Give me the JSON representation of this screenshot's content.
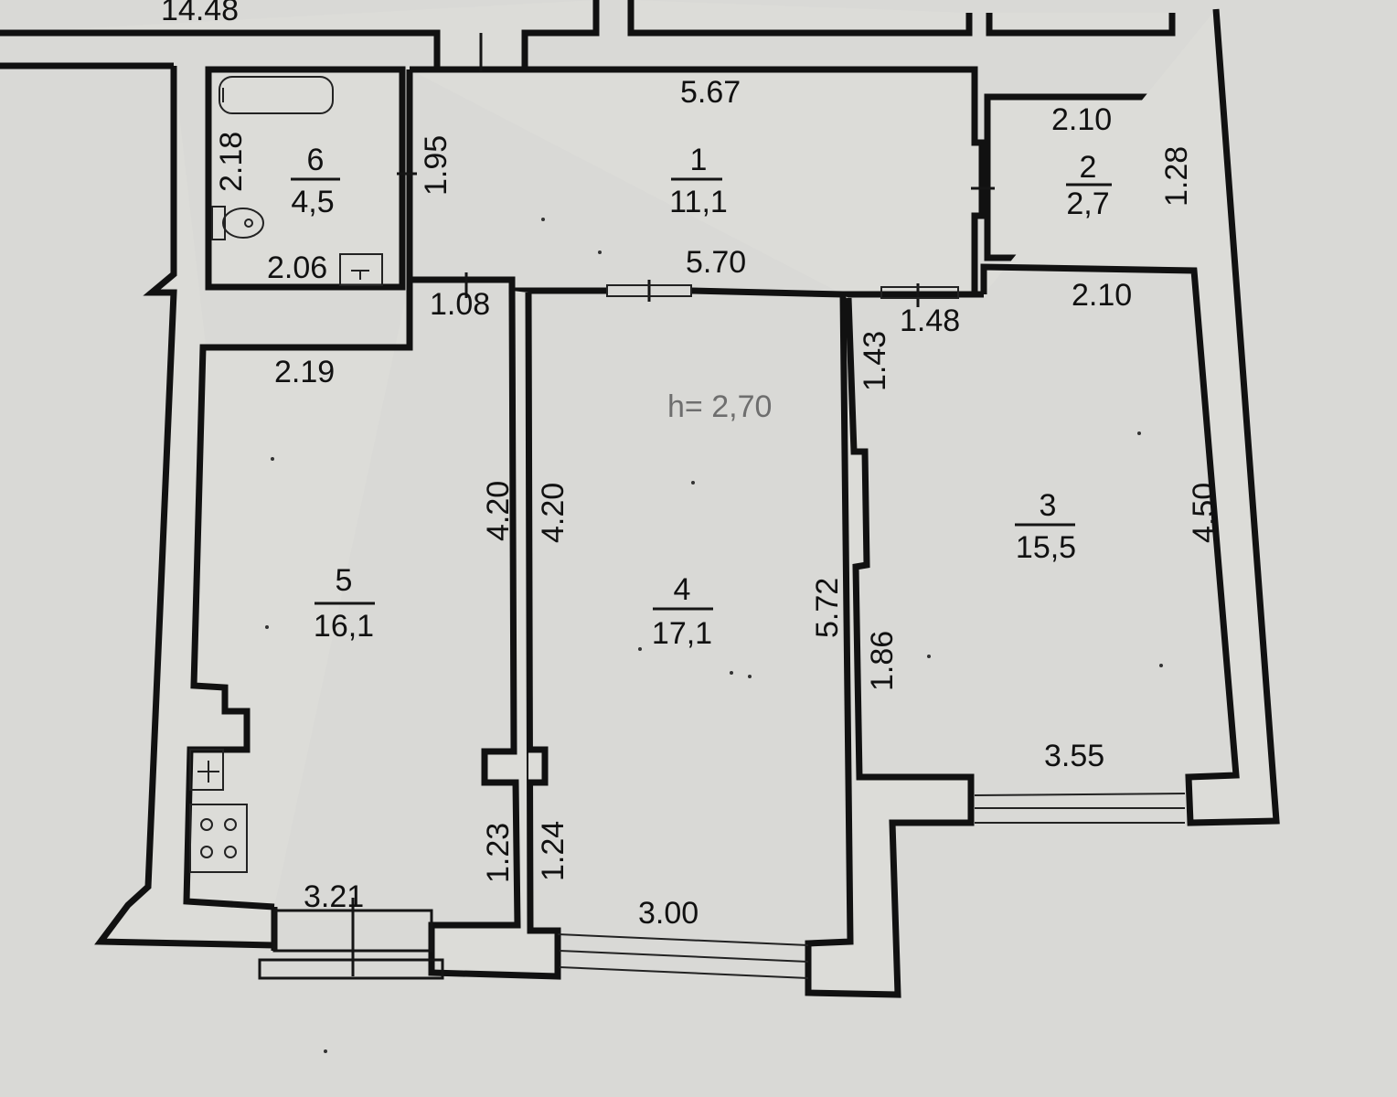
{
  "plan": {
    "ceiling_height": "h= 2,70",
    "overall_dimension": "14.48",
    "rooms": [
      {
        "number": "1",
        "area": "11,1"
      },
      {
        "number": "2",
        "area": "2,7"
      },
      {
        "number": "3",
        "area": "15,5"
      },
      {
        "number": "4",
        "area": "17,1"
      },
      {
        "number": "5",
        "area": "16,1"
      },
      {
        "number": "6",
        "area": "4,5"
      }
    ],
    "dimensions": {
      "hall_top": "5.67",
      "hall_bottom": "5.70",
      "hall_side": "1.95",
      "bath_top": "2.18",
      "bath_bottom": "2.06",
      "corridor": "1.08",
      "storage_top": "2.10",
      "storage_side": "1.28",
      "room3_top": "2.10",
      "room3_door": "1.48",
      "room3_left_upper": "1.43",
      "room3_right": "4.50",
      "room3_left_lower": "1.86",
      "room3_bottom": "3.55",
      "room5_top": "2.19",
      "room5_right_upper": "4.20",
      "room5_right_lower": "1.23",
      "room5_bottom": "3.21",
      "room4_left_upper": "4.20",
      "room4_left_lower": "1.24",
      "room4_right": "5.72",
      "room4_bottom": "3.00"
    }
  }
}
